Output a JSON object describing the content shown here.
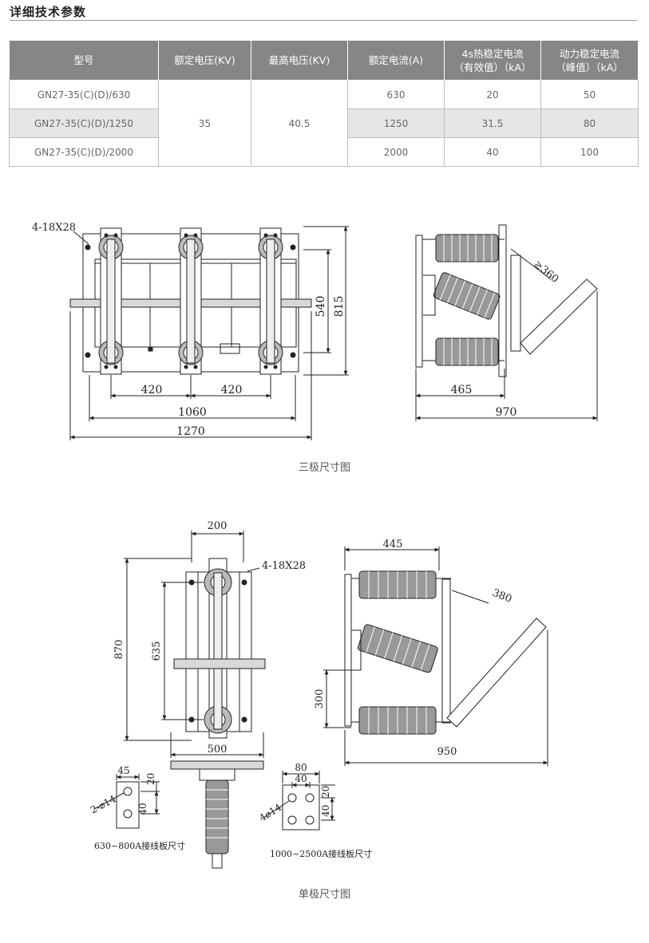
{
  "section_title": "详细技术参数",
  "table": {
    "headers": [
      {
        "l1": "型号",
        "l2": ""
      },
      {
        "l1": "额定电压(KV)",
        "l2": ""
      },
      {
        "l1": "最高电压(KV)",
        "l2": ""
      },
      {
        "l1": "额定电流(A)",
        "l2": ""
      },
      {
        "l1": "4s热稳定电流",
        "l2": "（有效值）（kA）"
      },
      {
        "l1": "动力稳定电流",
        "l2": "（峰值）（kA）"
      }
    ],
    "rated_voltage": "35",
    "max_voltage": "40.5",
    "rows": [
      {
        "model": "GN27-35(C)(D)/630",
        "current": "630",
        "thermal": "20",
        "dynamic": "50"
      },
      {
        "model": "GN27-35(C)(D)/1250",
        "current": "1250",
        "thermal": "31.5",
        "dynamic": "80"
      },
      {
        "model": "GN27-35(C)(D)/2000",
        "current": "2000",
        "thermal": "40",
        "dynamic": "100"
      }
    ]
  },
  "three_pole": {
    "caption": "三极尺寸图",
    "dims": {
      "holes": "4-18X28",
      "d420a": "420",
      "d420b": "420",
      "d1060": "1060",
      "d1270": "1270",
      "d540": "540",
      "d815": "815",
      "d465": "465",
      "d970": "970",
      "d360": "≥360"
    }
  },
  "single_pole": {
    "caption": "单极尺寸图",
    "dims": {
      "d200": "200",
      "holes": "4-18X28",
      "d870": "870",
      "d635": "635",
      "d500": "500",
      "d445": "445",
      "d380": "380",
      "d300": "300",
      "d950": "950"
    },
    "plate1": {
      "d45": "45",
      "d20": "20",
      "holes": "2-⌀14",
      "d40": "40",
      "caption": "630~800A接线板尺寸"
    },
    "plate2": {
      "d80": "80",
      "d40a": "40",
      "holes": "4⌀14",
      "d40b": "40",
      "d20": "20",
      "caption": "1000~2500A接线板尺寸"
    }
  },
  "colors": {
    "header_bg": "#868686",
    "row_shade": "#e6e6e6",
    "line": "#222222"
  }
}
